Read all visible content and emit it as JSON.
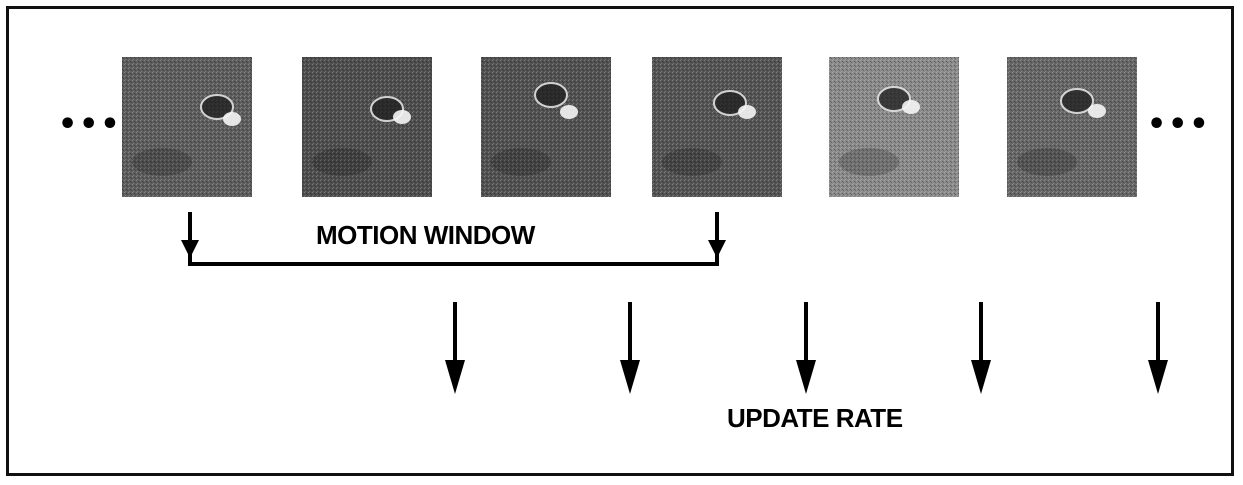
{
  "labels": {
    "motion_window": "MOTION WINDOW",
    "update_rate": "UPDATE RATE",
    "left_ellipsis": "•••",
    "right_ellipsis": "•••"
  },
  "frames": [
    {
      "id": 1,
      "tone": "#5e5e5e",
      "blob_variant": "a"
    },
    {
      "id": 2,
      "tone": "#4f4f4f",
      "blob_variant": "b"
    },
    {
      "id": 3,
      "tone": "#525252",
      "blob_variant": "c"
    },
    {
      "id": 4,
      "tone": "#555555",
      "blob_variant": "d"
    },
    {
      "id": 5,
      "tone": "#8a8a8a",
      "blob_variant": "e"
    },
    {
      "id": 6,
      "tone": "#676767",
      "blob_variant": "f"
    }
  ],
  "colors": {
    "border": "#111111",
    "ink": "#000000",
    "background": "#ffffff"
  }
}
